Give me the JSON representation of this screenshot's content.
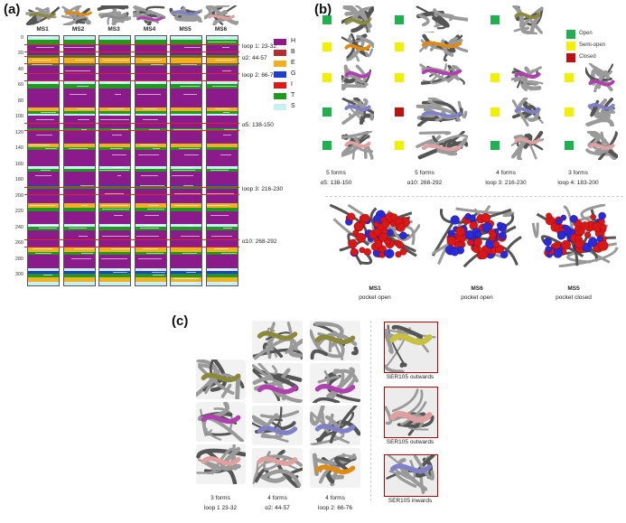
{
  "panels": {
    "a": {
      "letter": "(a)"
    },
    "b": {
      "letter": "(b)"
    },
    "c": {
      "letter": "(c)"
    }
  },
  "panel_a": {
    "columns": [
      "MS1",
      "MS2",
      "MS3",
      "MS4",
      "MS5",
      "MS6"
    ],
    "thumb_colors": [
      "#8a8a3a",
      "#e08a10",
      "#8c8c8c",
      "#b040b0",
      "#8080c8",
      "#e0a0a0"
    ],
    "y_ticks": [
      "0",
      "20",
      "40",
      "60",
      "80",
      "100",
      "120",
      "140",
      "160",
      "180",
      "200",
      "220",
      "240",
      "260",
      "280",
      "300"
    ],
    "regions": [
      {
        "label": "loop 1: 23-32"
      },
      {
        "label": "α2: 44-57"
      },
      {
        "label": "loop 2: 66-76"
      },
      {
        "label": "α5: 138-150"
      },
      {
        "label": "loop 3: 216-230"
      },
      {
        "label": "α10: 268-292"
      }
    ],
    "legend": [
      {
        "code": "H",
        "color": "#8b1a8b"
      },
      {
        "code": "B",
        "color": "#b03030"
      },
      {
        "code": "E",
        "color": "#f0b020"
      },
      {
        "code": "G",
        "color": "#1f3fd0"
      },
      {
        "code": "I",
        "color": "#e01818"
      },
      {
        "code": "T",
        "color": "#1f9a1f"
      },
      {
        "code": "S",
        "color": "#c8f0f0"
      }
    ]
  },
  "panel_b": {
    "state_legend": [
      {
        "label": "Open",
        "color": "#1fb050"
      },
      {
        "label": "Semi-open",
        "color": "#f0f000"
      },
      {
        "label": "Closed",
        "color": "#c01010"
      }
    ],
    "groups": [
      {
        "forms": "5 forms",
        "region": "α5: 138-150"
      },
      {
        "forms": "5 forms",
        "region": "α10: 268-292"
      },
      {
        "forms": "4 forms",
        "region": "loop 3: 216-230"
      },
      {
        "forms": "3 forms",
        "region": "loop 4: 183-200"
      }
    ],
    "pockets": [
      {
        "name": "MS1",
        "state": "pocket open"
      },
      {
        "name": "MS6",
        "state": "pocket open"
      },
      {
        "name": "MS5",
        "state": "pocket closed"
      }
    ]
  },
  "panel_c": {
    "groups": [
      {
        "forms": "3 forms",
        "region": "loop 1 23-32"
      },
      {
        "forms": "4 forms",
        "region": "α2: 44-57"
      },
      {
        "forms": "4 forms",
        "region": "loop 2: 66-76"
      }
    ],
    "ser_labels": [
      "SER105 outwards",
      "SER105 outwards",
      "SER105 inwards"
    ]
  }
}
